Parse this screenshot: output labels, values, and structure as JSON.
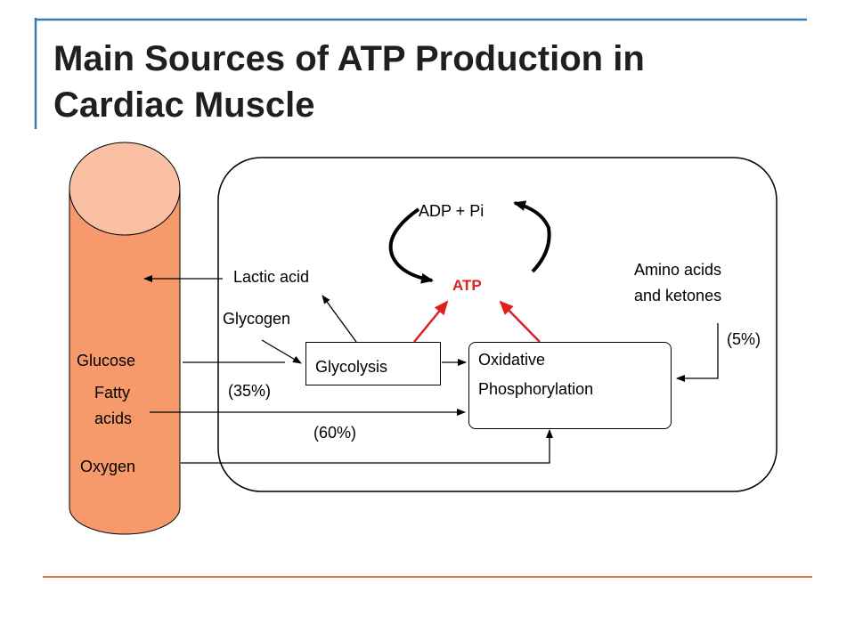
{
  "slide": {
    "title_line1": "Main Sources of ATP Production in",
    "title_line2": "Cardiac Muscle"
  },
  "diagram": {
    "adp": "ADP + Pi",
    "atp": "ATP",
    "lactic_acid": "Lactic acid",
    "glycogen": "Glycogen",
    "glycolysis": "Glycolysis",
    "oxidative_line1": "Oxidative",
    "oxidative_line2": "Phosphorylation",
    "amino_line1": "Amino acids",
    "amino_line2": "and ketones",
    "pct_5": "(5%)",
    "pct_35": "(35%)",
    "pct_60": "(60%)",
    "glucose": "Glucose",
    "fatty_line1": "Fatty",
    "fatty_line2": "acids",
    "oxygen": "Oxygen"
  },
  "colors": {
    "vessel_body": "#f79a6b",
    "vessel_top": "#f9c0a4",
    "atp_red": "#e02020",
    "footer_line": "#e07b39",
    "header_line": "#2e6fa0"
  }
}
